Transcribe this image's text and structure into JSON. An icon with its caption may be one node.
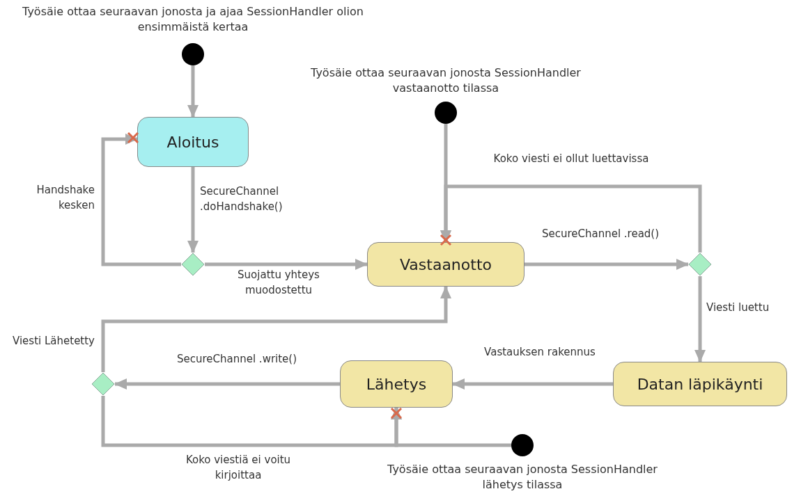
{
  "diagram": {
    "nodes": [
      {
        "text": [],
        "shape": "circle",
        "beside": [
          "Työsäie ottaa seuraavan jonosta ja ajaa SessionHandler olion ensimmäistä kertaa"
        ]
      },
      {
        "text": [
          "Aloitus"
        ]
      },
      {
        "text": [],
        "shape": "diamond"
      },
      {
        "text": [],
        "shape": "circle",
        "beside": [
          "Työsäie ottaa seuraavan jonosta SessionHandler vastaanotto tilassa"
        ]
      },
      {
        "text": [
          "Vastaanotto"
        ]
      },
      {
        "text": [],
        "shape": "diamond"
      },
      {
        "text": [
          "Datan läpikäynti"
        ]
      },
      {
        "text": [
          "Lähetys"
        ]
      },
      {
        "text": [],
        "shape": "diamond"
      },
      {
        "text": [],
        "shape": "circle",
        "beside": [
          "Työsäie ottaa seuraavan jonosta SessionHandler lähetys tilassa"
        ]
      }
    ],
    "edges": [
      {
        "from": 0,
        "to": 1,
        "arrow": "to"
      },
      {
        "from": 1,
        "to": 2,
        "arrow": "to",
        "label": "SecureChannel .doHandshake()"
      },
      {
        "from": 2,
        "to": 1,
        "arrow": "to",
        "label": "Handshake kesken"
      },
      {
        "from": 2,
        "to": 4,
        "arrow": "to",
        "label": "Suojattu yhteys muodostettu"
      },
      {
        "from": 3,
        "to": 4,
        "arrow": "to"
      },
      {
        "from": 4,
        "to": 5,
        "arrow": "to",
        "label": "SecureChannel .read()"
      },
      {
        "from": 5,
        "to": 4,
        "arrow": "to",
        "label": "Koko viesti ei ollut luettavissa"
      },
      {
        "from": 5,
        "to": 6,
        "arrow": "to",
        "label": "Viesti luettu"
      },
      {
        "from": 6,
        "to": 7,
        "arrow": "to",
        "label": "Vastauksen rakennus"
      },
      {
        "from": 7,
        "to": 8,
        "arrow": "to",
        "label": "SecureChannel .write()"
      },
      {
        "from": 8,
        "to": 4,
        "arrow": "to",
        "label": "Viesti Lähetetty"
      },
      {
        "from": 8,
        "to": 7,
        "arrow": "to",
        "label": "Koko viestiä ei voitu kirjoittaa"
      },
      {
        "from": 9,
        "to": 7,
        "arrow": "to"
      }
    ]
  }
}
